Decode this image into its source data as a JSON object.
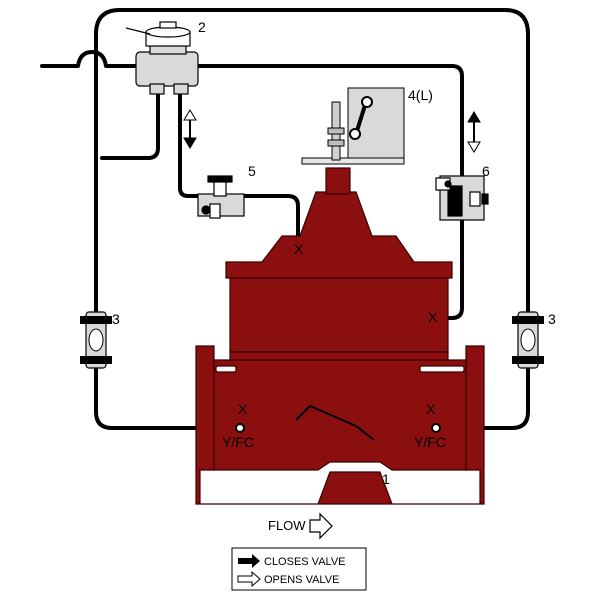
{
  "diagram": {
    "labels": {
      "pilot": "2",
      "flow_control_left": "3",
      "flow_control_right": "3",
      "limit_switch": "4(L)",
      "needle_valve": "5",
      "check_cock": "6",
      "main_valve": "1"
    },
    "ports": {
      "bonnet_top": "X",
      "bonnet_side": "X",
      "inlet_mark": "X",
      "outlet_mark": "X",
      "inlet_port": "Y/FC",
      "outlet_port": "Y/FC"
    },
    "flow_label": "FLOW",
    "legend": {
      "closes": "CLOSES VALVE",
      "opens": "OPENS VALVE"
    },
    "colors": {
      "valve_body": "#8B0F0F",
      "valve_outline": "#3a0000",
      "piping": "#000000",
      "component_gray": "#d9d9d9"
    }
  }
}
